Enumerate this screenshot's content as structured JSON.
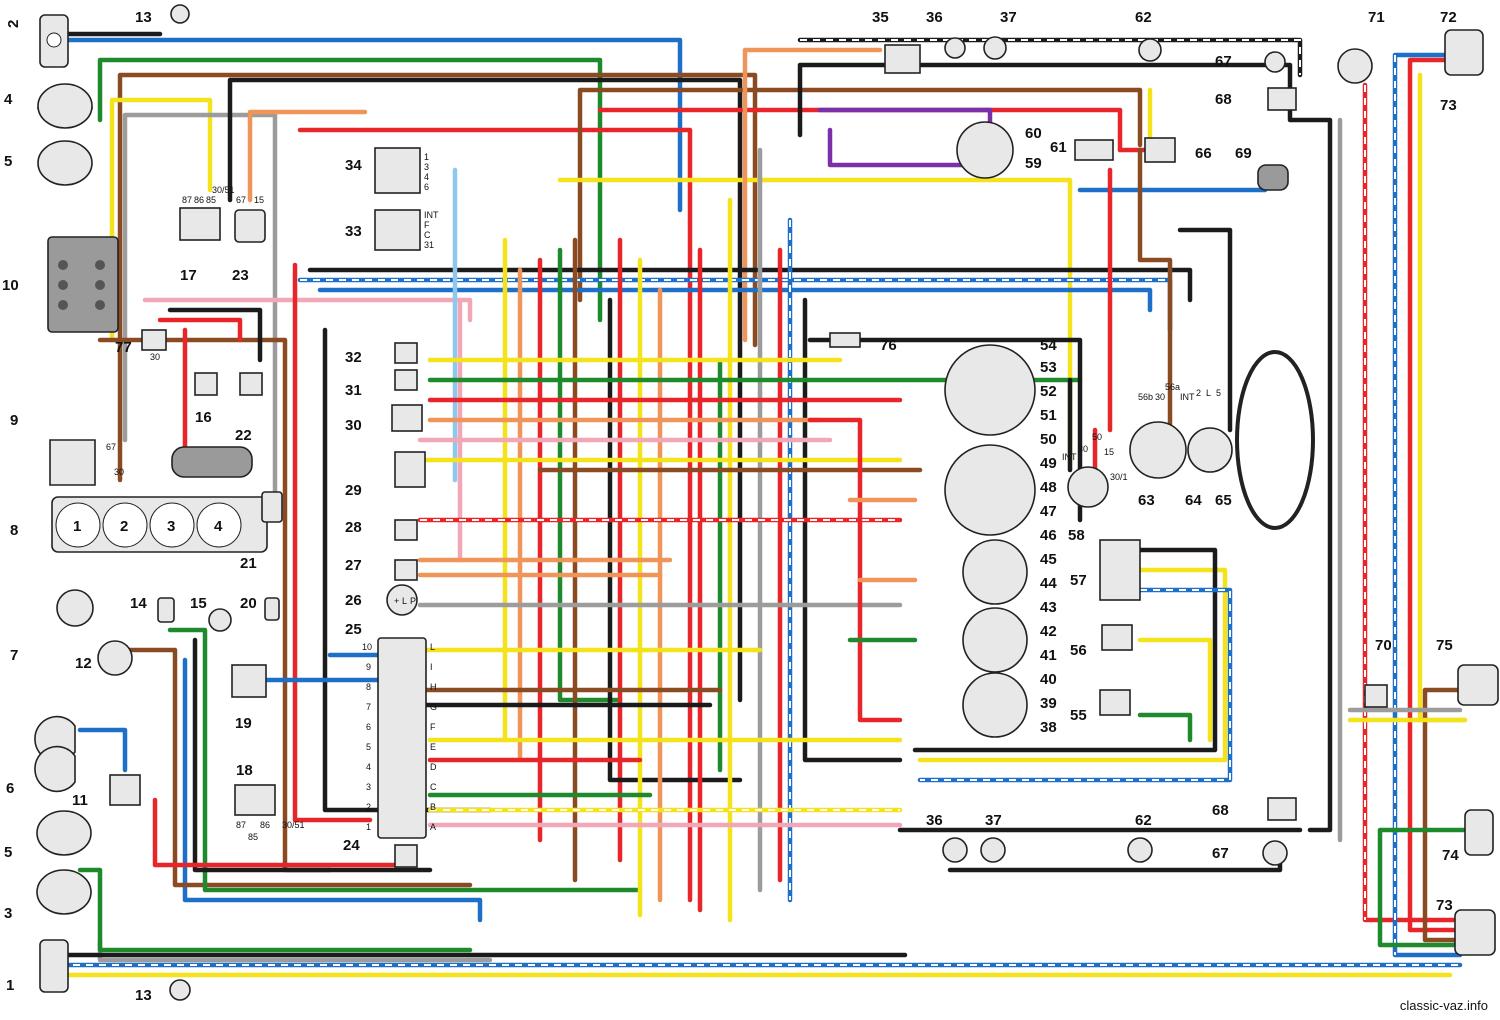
{
  "colors": {
    "red": "#e8262a",
    "brown": "#8a4b22",
    "green": "#1f8a2c",
    "blue": "#1e6fc8",
    "yellow": "#f4e21d",
    "orange": "#f0955a",
    "pink": "#f2a7b7",
    "black": "#1b1b1b",
    "grey": "#9c9c9c",
    "white_dashed": "#ffffff",
    "violet": "#7b2fa8",
    "light_blue": "#8fc7ee"
  },
  "components": [
    {
      "id": "2-top",
      "label": "2"
    },
    {
      "id": "4",
      "label": "4"
    },
    {
      "id": "5-top",
      "label": "5"
    },
    {
      "id": "10",
      "label": "10"
    },
    {
      "id": "9",
      "label": "9"
    },
    {
      "id": "8",
      "label": "8"
    },
    {
      "id": "7",
      "label": "7"
    },
    {
      "id": "12",
      "label": "12"
    },
    {
      "id": "14",
      "label": "14"
    },
    {
      "id": "15",
      "label": "15"
    },
    {
      "id": "20",
      "label": "20"
    },
    {
      "id": "21",
      "label": "21"
    },
    {
      "id": "6",
      "label": "6"
    },
    {
      "id": "11",
      "label": "11"
    },
    {
      "id": "5-bot",
      "label": "5"
    },
    {
      "id": "3",
      "label": "3"
    },
    {
      "id": "1",
      "label": "1"
    },
    {
      "id": "13-top",
      "label": "13"
    },
    {
      "id": "13-bot",
      "label": "13"
    },
    {
      "id": "16",
      "label": "16"
    },
    {
      "id": "17",
      "label": "17"
    },
    {
      "id": "18",
      "label": "18"
    },
    {
      "id": "19",
      "label": "19"
    },
    {
      "id": "22",
      "label": "22"
    },
    {
      "id": "23",
      "label": "23"
    },
    {
      "id": "24",
      "label": "24"
    },
    {
      "id": "25",
      "label": "25"
    },
    {
      "id": "26",
      "label": "26"
    },
    {
      "id": "27",
      "label": "27"
    },
    {
      "id": "28",
      "label": "28"
    },
    {
      "id": "29",
      "label": "29"
    },
    {
      "id": "30",
      "label": "30"
    },
    {
      "id": "31",
      "label": "31"
    },
    {
      "id": "32",
      "label": "32"
    },
    {
      "id": "33",
      "label": "33"
    },
    {
      "id": "34",
      "label": "34"
    },
    {
      "id": "35",
      "label": "35"
    },
    {
      "id": "36-top",
      "label": "36"
    },
    {
      "id": "37-top",
      "label": "37"
    },
    {
      "id": "62-top",
      "label": "62"
    },
    {
      "id": "67-top",
      "label": "67"
    },
    {
      "id": "68-top",
      "label": "68"
    },
    {
      "id": "71",
      "label": "71"
    },
    {
      "id": "72",
      "label": "72"
    },
    {
      "id": "73-top",
      "label": "73"
    },
    {
      "id": "60",
      "label": "60"
    },
    {
      "id": "59",
      "label": "59"
    },
    {
      "id": "61",
      "label": "61"
    },
    {
      "id": "66",
      "label": "66"
    },
    {
      "id": "69",
      "label": "69"
    },
    {
      "id": "76",
      "label": "76"
    },
    {
      "id": "54",
      "label": "54"
    },
    {
      "id": "53",
      "label": "53"
    },
    {
      "id": "52",
      "label": "52"
    },
    {
      "id": "51",
      "label": "51"
    },
    {
      "id": "50",
      "label": "50"
    },
    {
      "id": "49",
      "label": "49"
    },
    {
      "id": "48",
      "label": "48"
    },
    {
      "id": "47",
      "label": "47"
    },
    {
      "id": "46",
      "label": "46"
    },
    {
      "id": "45",
      "label": "45"
    },
    {
      "id": "44",
      "label": "44"
    },
    {
      "id": "43",
      "label": "43"
    },
    {
      "id": "42",
      "label": "42"
    },
    {
      "id": "41",
      "label": "41"
    },
    {
      "id": "40",
      "label": "40"
    },
    {
      "id": "39",
      "label": "39"
    },
    {
      "id": "38",
      "label": "38"
    },
    {
      "id": "58",
      "label": "58"
    },
    {
      "id": "63",
      "label": "63"
    },
    {
      "id": "64",
      "label": "64"
    },
    {
      "id": "65",
      "label": "65"
    },
    {
      "id": "57",
      "label": "57"
    },
    {
      "id": "56",
      "label": "56"
    },
    {
      "id": "55",
      "label": "55"
    },
    {
      "id": "70",
      "label": "70"
    },
    {
      "id": "75",
      "label": "75"
    },
    {
      "id": "74",
      "label": "74"
    },
    {
      "id": "73-bot",
      "label": "73"
    },
    {
      "id": "36-bot",
      "label": "36"
    },
    {
      "id": "37-bot",
      "label": "37"
    },
    {
      "id": "62-bot",
      "label": "62"
    },
    {
      "id": "68-bot",
      "label": "68"
    },
    {
      "id": "67-bot",
      "label": "67"
    },
    {
      "id": "77",
      "label": "77"
    }
  ],
  "pin_labels": {
    "relay17": [
      "87",
      "86",
      "85",
      "30/51"
    ],
    "relay23": [
      "67",
      "15"
    ],
    "relay18": [
      "87",
      "85",
      "86",
      "30/51"
    ],
    "relay34": [
      "1",
      "3",
      "4",
      "6"
    ],
    "relay33": [
      "INT",
      "F",
      "C",
      "31"
    ],
    "fuse_numbers": [
      "1",
      "2",
      "3",
      "4",
      "5",
      "6",
      "7",
      "8",
      "9",
      "10"
    ],
    "fuse_letters": [
      "A",
      "B",
      "C",
      "D",
      "E",
      "F",
      "G",
      "H",
      "I",
      "L"
    ],
    "ignition63": [
      "56b",
      "30",
      "56a",
      "INT"
    ],
    "switch64": [
      "2",
      "L",
      "5"
    ],
    "switch58": [
      "INT",
      "30",
      "50",
      "15",
      "30/1"
    ],
    "cyl_numbers": [
      "1",
      "2",
      "3",
      "4"
    ],
    "gen9": [
      "67",
      "30"
    ],
    "gauge26": [
      "+",
      "L",
      "P"
    ],
    "bat77": [
      "30"
    ]
  },
  "watermark": "classic-vaz.info"
}
